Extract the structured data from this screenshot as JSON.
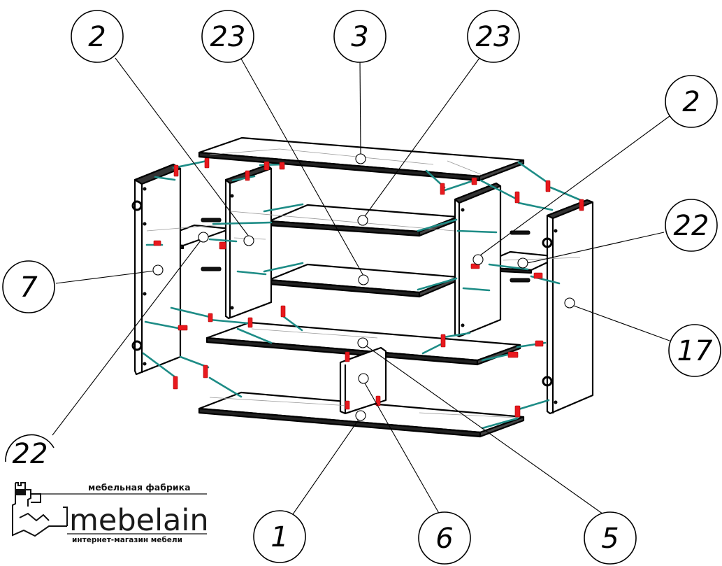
{
  "colors": {
    "outline": "#000000",
    "hidden_line": "#9a9a9a",
    "fastener_path": "#1d8c86",
    "fastener": "#e8191e"
  },
  "callouts": [
    {
      "id": "c-2-top-left",
      "label": "2"
    },
    {
      "id": "c-23-top-left",
      "label": "23"
    },
    {
      "id": "c-3-top",
      "label": "3"
    },
    {
      "id": "c-23-top-right",
      "label": "23"
    },
    {
      "id": "c-2-right",
      "label": "2"
    },
    {
      "id": "c-22-right",
      "label": "22"
    },
    {
      "id": "c-7-left",
      "label": "7"
    },
    {
      "id": "c-17-right",
      "label": "17"
    },
    {
      "id": "c-22-left",
      "label": "22"
    },
    {
      "id": "c-1-bottom",
      "label": "1"
    },
    {
      "id": "c-6-bottom",
      "label": "6"
    },
    {
      "id": "c-5-bottom",
      "label": "5"
    }
  ],
  "brand": {
    "tagline": "мебельная фабрика",
    "name": "mebelain",
    "subtitle": "интернет-магазин мебели"
  }
}
